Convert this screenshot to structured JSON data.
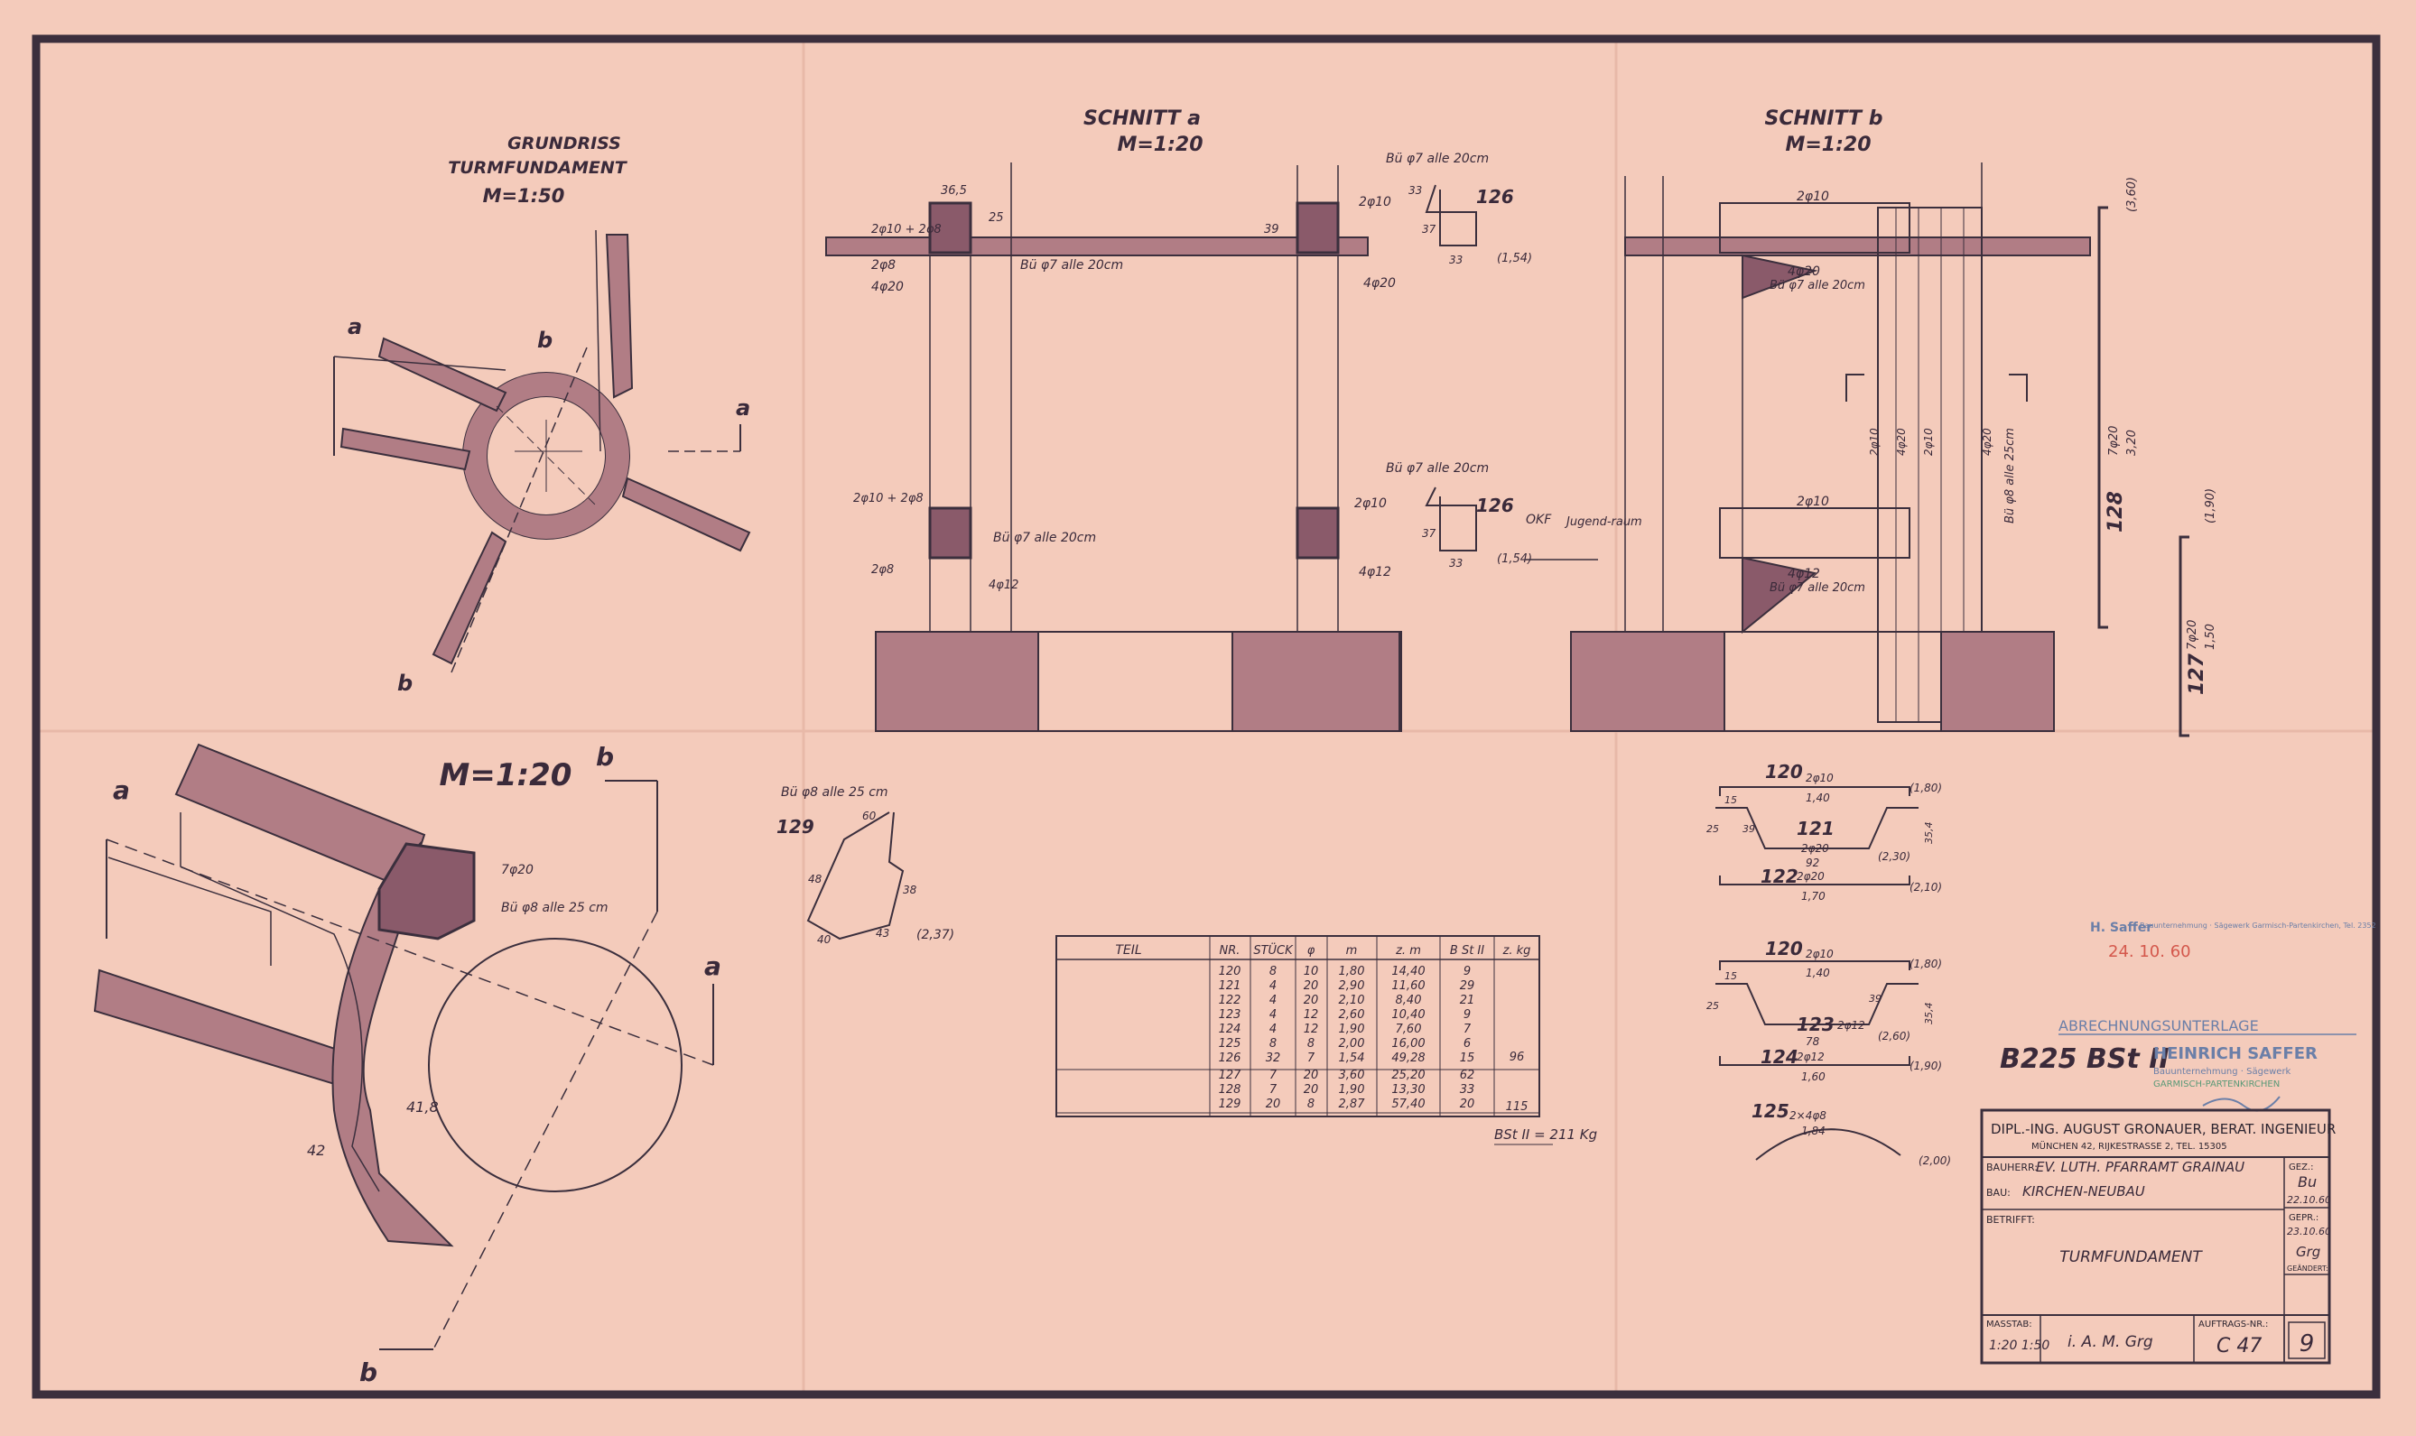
{
  "views": {
    "grundriss": {
      "title1": "GRUNDRISS",
      "title2": "TURMFUNDAMENT",
      "scale": "M=1:50",
      "cut_a": "a",
      "cut_b": "b"
    },
    "detail": {
      "scale": "M=1:20",
      "cut_a": "a",
      "cut_b": "b",
      "bar1": "7φ20",
      "bar2": "Bü φ8 alle 25 cm",
      "dim1": "42",
      "dim2": "41,8"
    },
    "schnitt_a": {
      "title": "SCHNITT a",
      "scale": "M=1:20",
      "top_bars": "2φ10 + 2φ8",
      "dim": "36,5",
      "top_stirrup": "Bü φ7 alle 20cm",
      "top_left1": "2φ8",
      "top_left2": "4φ20",
      "top_right1": "2φ10",
      "top_right2": "4φ20",
      "bot_left": "2φ10 + 2φ8",
      "bot_left2": "2φ8",
      "bot_stirrup": "Bü φ7 alle 20cm",
      "bot_right1": "2φ10",
      "bot_right2": "4φ12",
      "h25": "25",
      "h39": "39"
    },
    "schnitt_b": {
      "title": "SCHNITT b",
      "scale": "M=1:20",
      "bar_top": "2φ10",
      "bar_top2": "4φ20",
      "stirrup_top": "Bü φ7 alle 20cm",
      "bar_mid": "2φ10",
      "bar_mid2": "4φ12",
      "stirrup_mid": "Bü φ7 alle 20cm",
      "okf": "OKF",
      "jugendraum": "Jugend-raum",
      "vert1": "2φ10",
      "vert2": "4φ20",
      "vert3": "2φ10",
      "vert4": "4φ20",
      "stirrup_vert": "Bü φ8 alle 25cm"
    },
    "bar126_top": {
      "label": "Bü φ7 alle 20cm",
      "nr": "126",
      "dim_a": "33",
      "dim_b": "37",
      "dim_c": "33",
      "len": "(1,54)"
    },
    "bar126_bot": {
      "label": "Bü φ7 alle 20cm",
      "nr": "126",
      "dim_b": "37",
      "dim_c": "33",
      "len": "(1,54)"
    },
    "bar129": {
      "label": "Bü φ8 alle 25 cm",
      "nr": "129",
      "d1": "60",
      "d2": "48",
      "d3": "38",
      "d4": "43",
      "d5": "40",
      "len": "(2,37)"
    },
    "bar128": {
      "nr": "128",
      "spec": "7φ20",
      "len": "3,20",
      "total": "(3,60)"
    },
    "bar127": {
      "nr": "127",
      "spec": "7φ20",
      "len": "1,50",
      "total": "(1,90)"
    },
    "bars_right": [
      {
        "nr": "120",
        "spec": "2φ10",
        "len": "1,40",
        "total": "(1,80)"
      },
      {
        "nr": "121",
        "spec": "2φ20",
        "len": "92",
        "total": "(2,30)",
        "d1": "15",
        "d2": "39",
        "d3": "25",
        "d4": "35,4"
      },
      {
        "nr": "122",
        "spec": "2φ20",
        "len": "1,70",
        "total": "(2,10)"
      },
      {
        "nr": "120",
        "spec": "2φ10",
        "len": "1,40",
        "total": "(1,80)"
      },
      {
        "nr": "123",
        "spec": "2φ12",
        "len": "78",
        "total": "(2,60)",
        "d1": "15",
        "d2": "39",
        "d3": "25",
        "d4": "35,4"
      },
      {
        "nr": "124",
        "spec": "2φ12",
        "len": "1,60",
        "total": "(1,90)"
      },
      {
        "nr": "125",
        "spec": "2×4φ8",
        "len": "1,84",
        "total": "(2,00)"
      }
    ],
    "table": {
      "headers": [
        "TEIL",
        "NR.",
        "STÜCK",
        "φ",
        "m",
        "z. m",
        "B St II",
        "z. kg"
      ],
      "rows": [
        [
          "120",
          "8",
          "10",
          "1,80",
          "14,40",
          "9"
        ],
        [
          "121",
          "4",
          "20",
          "2,90",
          "11,60",
          "29"
        ],
        [
          "122",
          "4",
          "20",
          "2,10",
          "8,40",
          "21"
        ],
        [
          "123",
          "4",
          "12",
          "2,60",
          "10,40",
          "9"
        ],
        [
          "124",
          "4",
          "12",
          "1,90",
          "7,60",
          "7"
        ],
        [
          "125",
          "8",
          "8",
          "2,00",
          "16,00",
          "6"
        ],
        [
          "126",
          "32",
          "7",
          "1,54",
          "49,28",
          "15"
        ]
      ],
      "sub1": "96",
      "rows2": [
        [
          "127",
          "7",
          "20",
          "3,60",
          "25,20",
          "62"
        ],
        [
          "128",
          "7",
          "20",
          "1,90",
          "13,30",
          "33"
        ],
        [
          "129",
          "20",
          "8",
          "2,87",
          "57,40",
          "20"
        ]
      ],
      "sub2": "115",
      "total": "BSt II = 211 Kg"
    },
    "stamps": {
      "approval_name": "H. Saffer",
      "approval_text": "Bauunternehmung · Sägewerk Garmisch-Partenkirchen, Tel. 2352",
      "approval_date": "24. 10. 60",
      "abrechnung": "ABRECHNUNGSUNTERLAGE",
      "steel_grade": "B225 BSt II",
      "company": "HEINRICH SAFFER",
      "company2": "Bauunternehmung · Sägewerk",
      "company3": "GARMISCH-PARTENKIRCHEN"
    },
    "titleblock": {
      "engineer": "DIPL.-ING. AUGUST GRONAUER, BERAT. INGENIEUR",
      "address": "MÜNCHEN 42, RIJKESTRASSE 2, TEL. 15305",
      "bauherr_label": "BAUHERR:",
      "bauherr": "EV. LUTH. PFARRAMT GRAINAU",
      "bau_label": "BAU:",
      "bau": "KIRCHEN-NEUBAU",
      "betrifft_label": "BETRIFFT:",
      "betrifft": "TURMFUNDAMENT",
      "gez_label": "GEZ.:",
      "gez": "Bu",
      "gez_date": "22.10.60",
      "gepr_label": "GEPR.:",
      "gepr_date": "23.10.60",
      "gepr": "Grg",
      "geaendert_label": "GEÄNDERT:",
      "massstab_label": "MASSTAB:",
      "massstab": "1:20  1:50",
      "sign": "i. A. M. Grg",
      "auftrag_label": "AUFTRAGS-NR.:",
      "auftrag": "C 47",
      "blatt": "9"
    }
  }
}
